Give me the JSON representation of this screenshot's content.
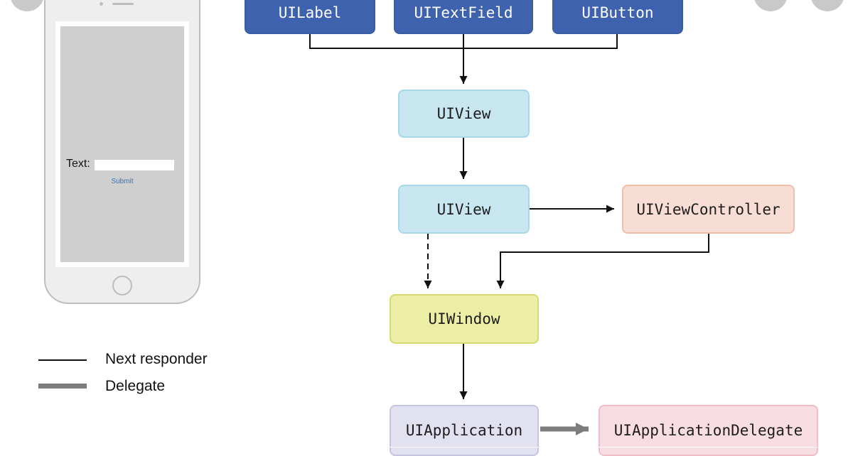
{
  "nodes": {
    "uilabel": "UILabel",
    "uitextfield": "UITextField",
    "uibutton": "UIButton",
    "uiview_top": "UIView",
    "uiview_mid": "UIView",
    "uiviewcontroller": "UIViewController",
    "uiwindow": "UIWindow",
    "uiapplication": "UIApplication",
    "uiapplicationdelegate": "UIApplicationDelegate"
  },
  "phone": {
    "text_label": "Text:",
    "submit_label": "Submit"
  },
  "legend": {
    "next_responder": "Next responder",
    "delegate": "Delegate"
  },
  "colors": {
    "dark_blue": "#3e62ad",
    "light_blue": "#c8e6ef",
    "salmon": "#f7ddd3",
    "yellow": "#edeea6",
    "lavender": "#e1e1ef",
    "pink": "#f8dde2",
    "delegate_gray": "#7d7d7d"
  }
}
